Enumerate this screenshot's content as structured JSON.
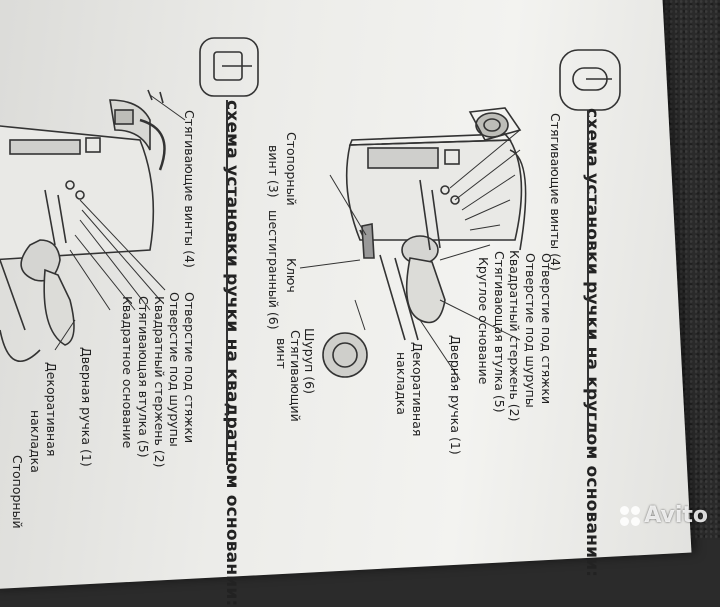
{
  "section_round": {
    "title": "схема установки ручки на круглом основании:",
    "labels": [
      "Стягивающие винты (4)",
      "Отверстие под стяжки",
      "Отверстие под шурупы",
      "Квадратный стержень (2)",
      "Стягивающая втулка (5)",
      "Круглое основание",
      "Дверная ручка (1)",
      "Декоративная",
      "накладка",
      "Стягивающий",
      "винт",
      "Шуруп (6)",
      "Ключ",
      "шестигранный (6)",
      "Стопорный",
      "винт (3)"
    ]
  },
  "section_square": {
    "title": "схема установки ручки на квадратном основании:",
    "labels": [
      "Стягивающие винты (4)",
      "Отверстие под стяжки",
      "Отверстие под шурупы",
      "Квадратный стержень (2)",
      "Стягивающая втулка (5)",
      "Квадратное основание",
      "Дверная ручка (1)",
      "Декоративная",
      "накладка",
      "Стопорный"
    ]
  },
  "watermark": {
    "text": "Avito"
  }
}
